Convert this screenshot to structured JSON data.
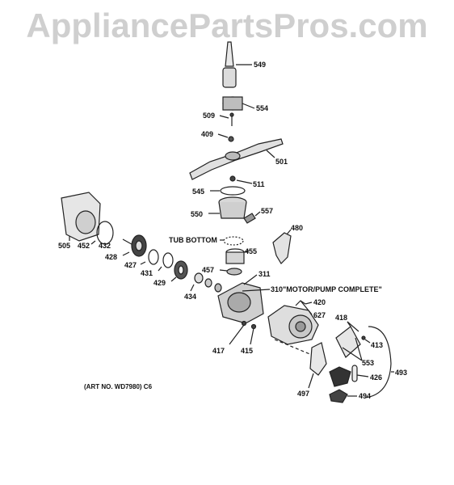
{
  "watermark": "AppliancePartsPros.com",
  "art_number": "(ART NO. WD7980) C6",
  "labels": {
    "tub_bottom": "TUB BOTTOM",
    "motor_pump": "310\"MOTOR/PUMP COMPLETE\"",
    "p549": "549",
    "p554": "554",
    "p509": "509",
    "p409": "409",
    "p501": "501",
    "p511": "511",
    "p545": "545",
    "p550": "550",
    "p557": "557",
    "p480": "480",
    "p505": "505",
    "p452": "452",
    "p432": "432",
    "p428": "428",
    "p427": "427",
    "p431": "431",
    "p429": "429",
    "p455": "455",
    "p457": "457",
    "p311": "311",
    "p434": "434",
    "p420": "420",
    "p627": "627",
    "p418": "418",
    "p413": "413",
    "p417": "417",
    "p415": "415",
    "p553": "553",
    "p426": "426",
    "p493": "493",
    "p497": "497",
    "p494": "494"
  }
}
